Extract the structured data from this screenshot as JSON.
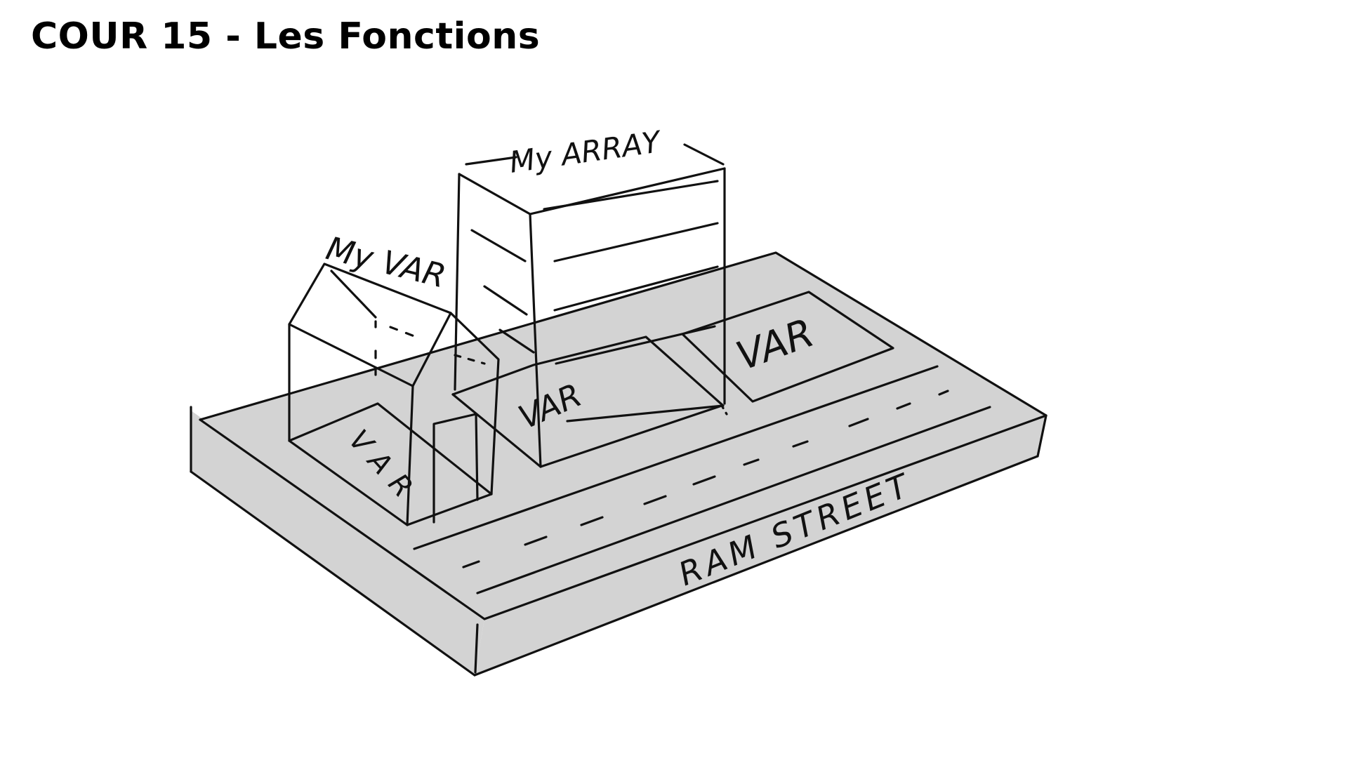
{
  "title": "COUR 15 - Les Fonctions",
  "colors": {
    "ground": "#d3d3d3",
    "ink": "#111111",
    "background": "#ffffff"
  },
  "labels": {
    "house_name": "My VAR",
    "house_floor_var": "VAR",
    "building_name": "My ARRAY",
    "building_floor_var": "VAR",
    "lot_var": "VAR",
    "street_name": "RAM STREET"
  }
}
